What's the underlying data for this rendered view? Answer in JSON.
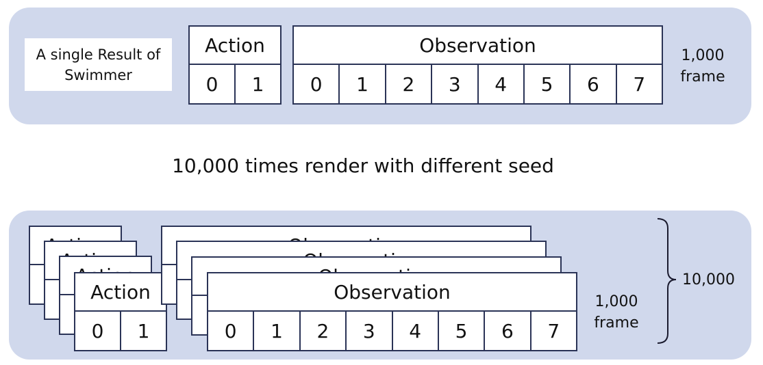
{
  "top": {
    "result_label": "A single Result of Swimmer",
    "action": {
      "title": "Action",
      "cells": [
        "0",
        "1"
      ]
    },
    "observation": {
      "title": "Observation",
      "cells": [
        "0",
        "1",
        "2",
        "3",
        "4",
        "5",
        "6",
        "7"
      ]
    },
    "frames_label": "1,000 frame"
  },
  "caption": "10,000 times render with different seed",
  "bottom": {
    "action": {
      "title": "Action",
      "cells": [
        "0",
        "1"
      ]
    },
    "observation": {
      "title": "Observation",
      "cells": [
        "0",
        "1",
        "2",
        "3",
        "4",
        "5",
        "6",
        "7"
      ]
    },
    "frames_label": "1,000 frame",
    "brace_label": "10,000"
  },
  "colors": {
    "panel": "#d0d8ec",
    "border": "#2a3356"
  }
}
